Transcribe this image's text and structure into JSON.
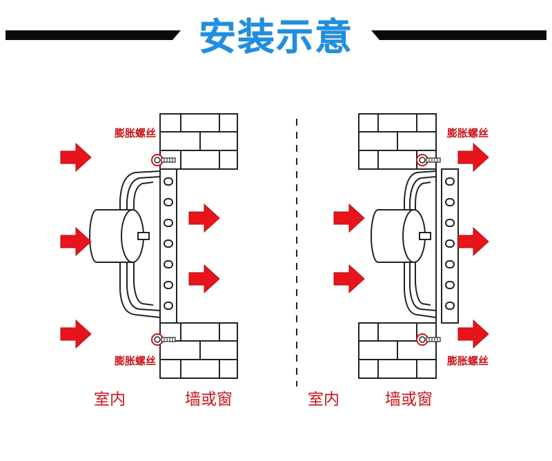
{
  "title": "安装示意",
  "colors": {
    "title": "#1e8fe0",
    "arrow": "#e8141b",
    "label": "#c8141b",
    "line": "#000000"
  },
  "left_diagram": {
    "screw_label_top": "膨胀螺丝",
    "screw_label_bottom": "膨胀螺丝",
    "indoor_label": "室内",
    "wall_label": "墙或窗"
  },
  "right_diagram": {
    "screw_label_top": "膨胀螺丝",
    "screw_label_bottom": "膨胀螺丝",
    "indoor_label": "室内",
    "wall_label": "墙或窗"
  }
}
